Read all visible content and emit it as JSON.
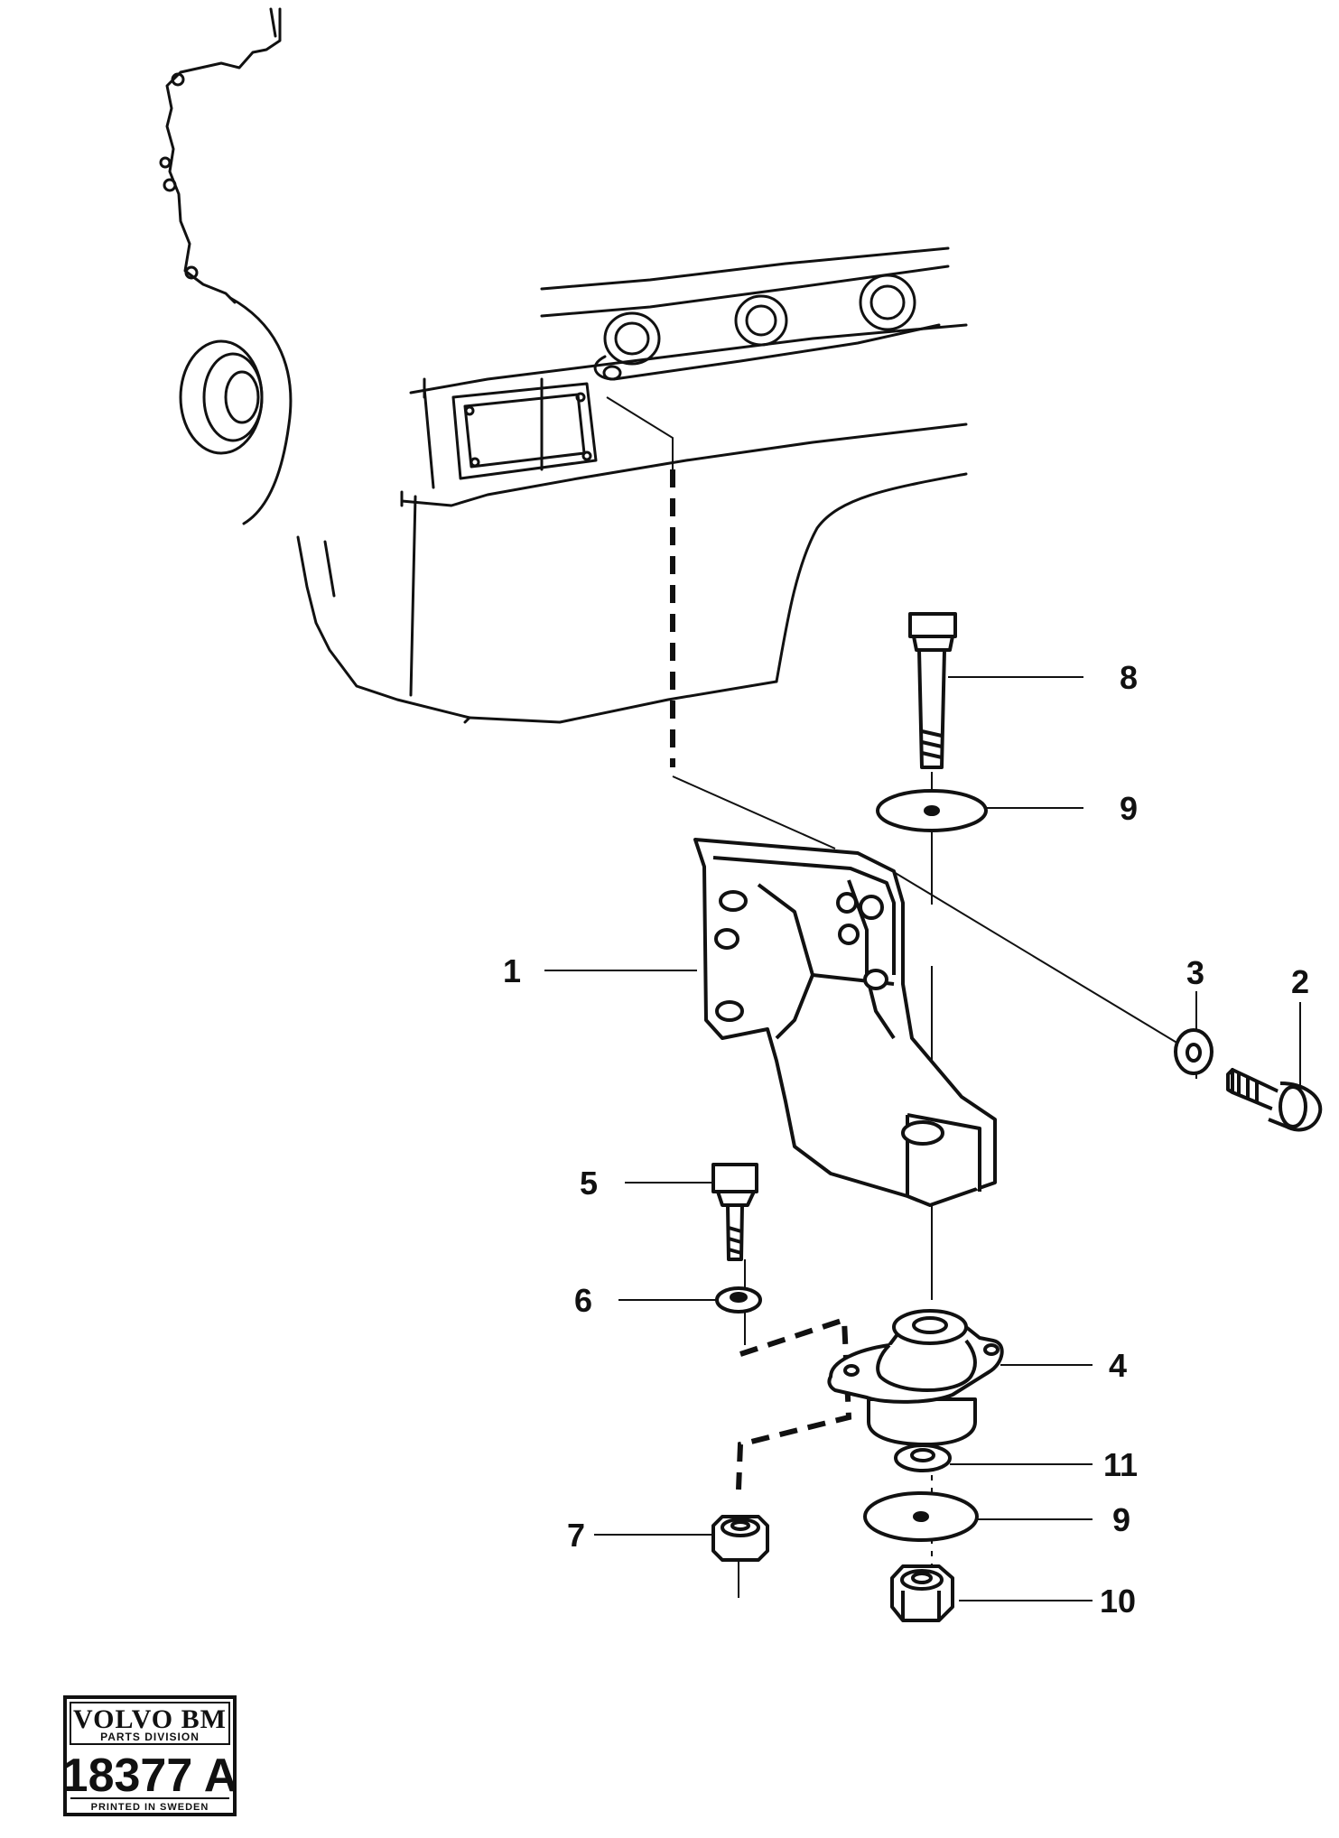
{
  "callouts": {
    "c1": "1",
    "c2": "2",
    "c3": "3",
    "c4": "4",
    "c5": "5",
    "c6": "6",
    "c7": "7",
    "c8": "8",
    "c9_upper": "9",
    "c9_lower": "9",
    "c10": "10",
    "c11": "11"
  },
  "stamp": {
    "brand": "VOLVO BM",
    "division": "PARTS DIVISION",
    "number": "18377 A",
    "footer": "PRINTED IN SWEDEN"
  }
}
